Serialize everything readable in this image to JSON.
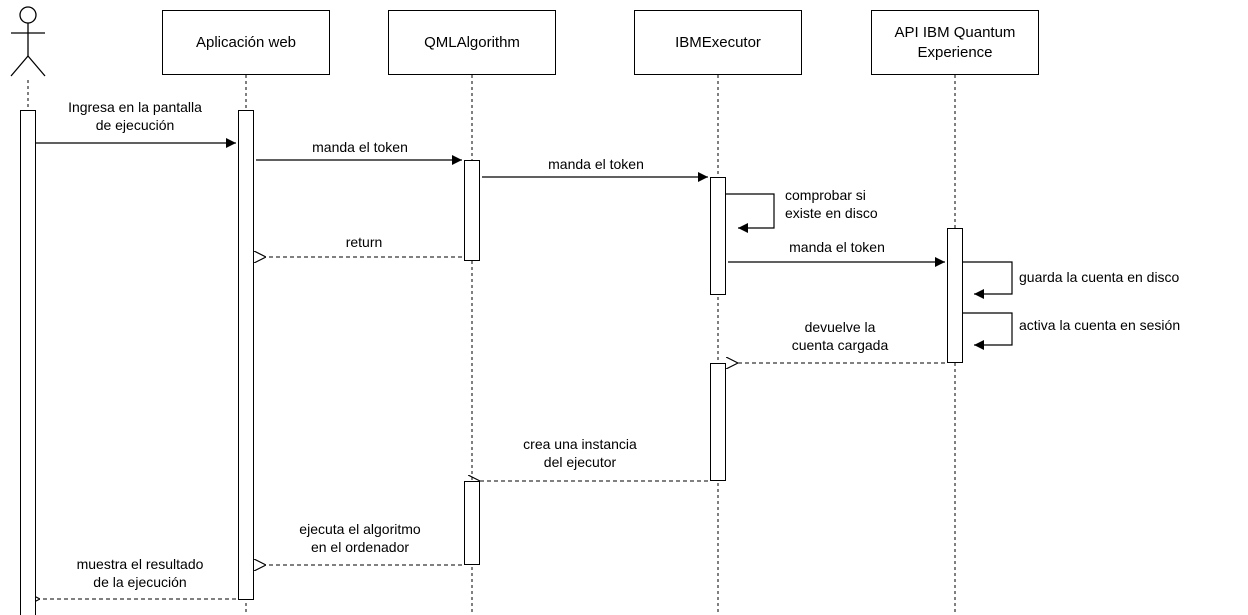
{
  "participants": {
    "web": "Aplicación web",
    "qml": "QMLAlgorithm",
    "ibm_exec": "IBMExecutor",
    "api_line1": "API IBM Quantum",
    "api_line2": "Experience"
  },
  "messages": {
    "m1_line1": "Ingresa en la pantalla",
    "m1_line2": "de ejecución",
    "m2": "manda el token",
    "m3": "manda el token",
    "m4_line1": "comprobar si",
    "m4_line2": "existe en disco",
    "m5": "return",
    "m6": "manda el token",
    "m7": "guarda la cuenta en disco",
    "m8": "activa la cuenta en sesión",
    "m9_line1": "devuelve la",
    "m9_line2": "cuenta cargada",
    "m10_line1": "crea una instancia",
    "m10_line2": "del ejecutor",
    "m11_line1": "ejecuta el algoritmo",
    "m11_line2": "en el ordenador",
    "m12_line1": "muestra el resultado",
    "m12_line2": "de la ejecución"
  }
}
